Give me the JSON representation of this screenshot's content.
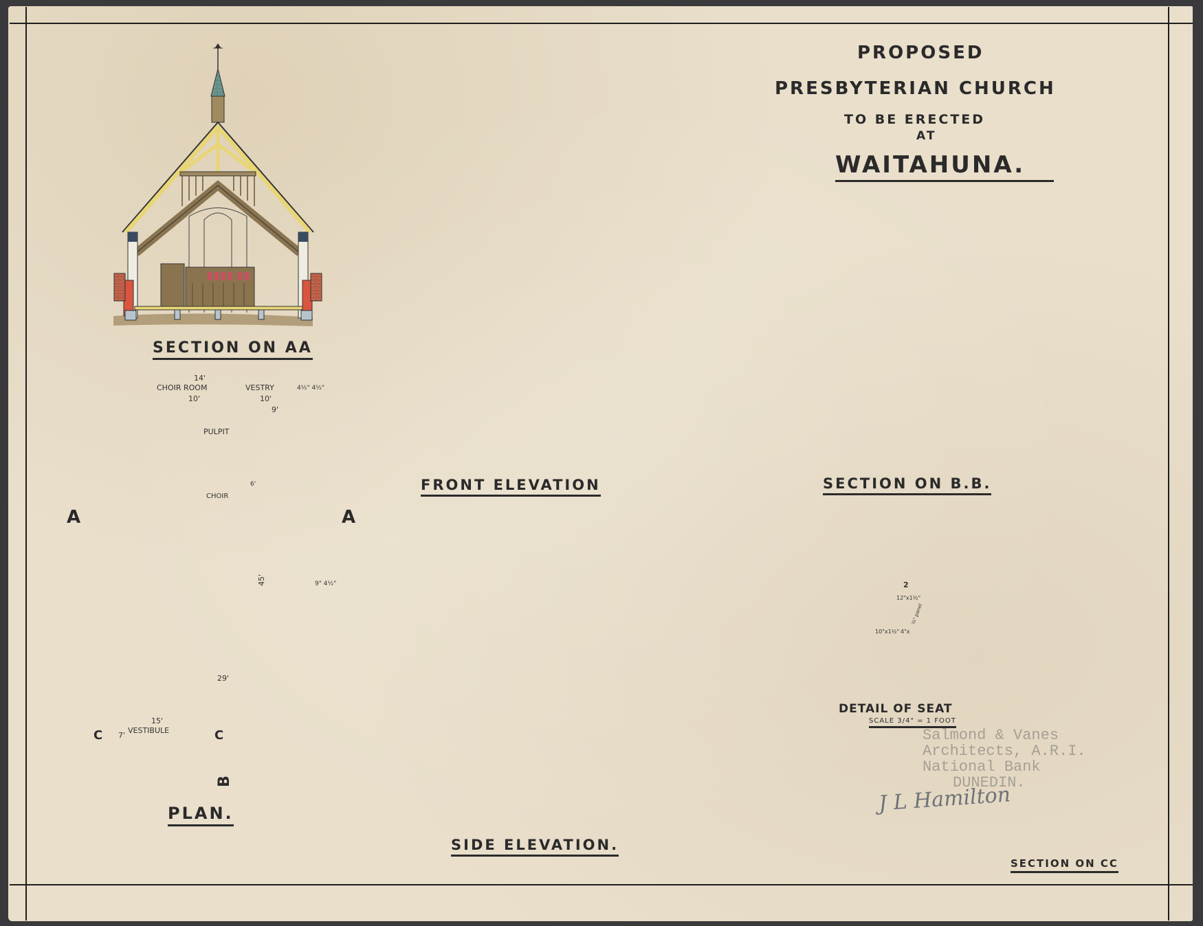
{
  "title": {
    "line1": "PROPOSED",
    "line2": "PRESBYTERIAN CHURCH",
    "line3": "TO BE ERECTED",
    "line4": "AT",
    "line5": "WAITAHUNA."
  },
  "views": {
    "section_aa": "SECTION ON AA",
    "front_elevation": "FRONT ELEVATION",
    "section_bb": "SECTION ON B.B.",
    "plan": "PLAN.",
    "side_elevation": "SIDE ELEVATION.",
    "detail_of_seat": "DETAIL OF SEAT",
    "seat_scale": "SCALE 3/4\" = 1 FOOT",
    "section_cc": "SECTION ON CC"
  },
  "plan_labels": {
    "choir_room": "CHOIR ROOM",
    "vestry": "VESTRY",
    "pulpit": "PULPIT",
    "choir": "CHOIR",
    "vestibule": "VESTIBULE",
    "dim_14": "14'",
    "dim_10a": "10'",
    "dim_10b": "10'",
    "dim_9": "9'",
    "dim_45": "45'",
    "dim_29": "29'",
    "dim_15": "15'",
    "dim_7": "7'",
    "dim_wall": "9\" 4½\"",
    "dim_wall2": "4½\" 4½\"",
    "dim_6": "6'",
    "marker_a_left": "A",
    "marker_a_right": "A",
    "marker_b": "B",
    "marker_c_left": "C",
    "marker_c_right": "C"
  },
  "seat_labels": {
    "number": "2",
    "back": "12\"x1½\"",
    "seat": "10\"x1½\"",
    "rail": "4\"x",
    "slope": "¾\" panel"
  },
  "stamp": {
    "line1": "Salmond & Vanes",
    "line2": "Architects, A.R.I.",
    "line3": "National Bank",
    "line4": "DUNEDIN."
  },
  "signature": "J L Hamilton",
  "colors": {
    "paper": "#e9dfcb",
    "brick_red": "#d9553f",
    "timber": "#a08a60",
    "yellow_framing": "#e8d676",
    "slate_green": "#6f9a92",
    "roof_red": "#d3735a",
    "ink": "#2a2a2a",
    "glass_blue": "#b9d2dc",
    "ground_olive": "#a4a66e"
  }
}
